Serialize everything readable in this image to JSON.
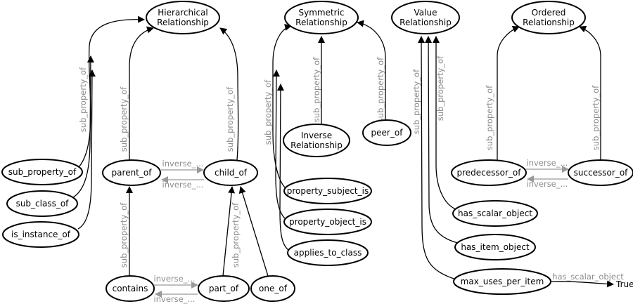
{
  "colors": {
    "black": "#000000",
    "gray": "#999999"
  },
  "nodes": [
    {
      "id": "hierarchical",
      "lines": [
        "Hierarchical",
        "Relationship"
      ]
    },
    {
      "id": "symmetric",
      "lines": [
        "Symmetric",
        "Relationship"
      ]
    },
    {
      "id": "value",
      "lines": [
        "Value",
        "Relationship"
      ]
    },
    {
      "id": "ordered",
      "lines": [
        "Ordered",
        "Relationship"
      ]
    },
    {
      "id": "inverse_rel",
      "lines": [
        "Inverse",
        "Relationship"
      ]
    },
    {
      "id": "peer_of",
      "lines": [
        "peer_of"
      ]
    },
    {
      "id": "sub_property_of",
      "lines": [
        "sub_property_of"
      ]
    },
    {
      "id": "sub_class_of",
      "lines": [
        "sub_class_of"
      ]
    },
    {
      "id": "is_instance_of",
      "lines": [
        "is_instance_of"
      ]
    },
    {
      "id": "parent_of",
      "lines": [
        "parent_of"
      ]
    },
    {
      "id": "child_of",
      "lines": [
        "child_of"
      ]
    },
    {
      "id": "property_subject_is",
      "lines": [
        "property_subject_is"
      ]
    },
    {
      "id": "property_object_is",
      "lines": [
        "property_object_is"
      ]
    },
    {
      "id": "applies_to_class",
      "lines": [
        "applies_to_class"
      ]
    },
    {
      "id": "predecessor_of",
      "lines": [
        "predecessor_of"
      ]
    },
    {
      "id": "successor_of",
      "lines": [
        "successor_of"
      ]
    },
    {
      "id": "has_scalar_object",
      "lines": [
        "has_scalar_object"
      ]
    },
    {
      "id": "has_item_object",
      "lines": [
        "has_item_object"
      ]
    },
    {
      "id": "max_uses_per_item",
      "lines": [
        "max_uses_per_item"
      ]
    },
    {
      "id": "contains",
      "lines": [
        "contains"
      ]
    },
    {
      "id": "part_of",
      "lines": [
        "part_of"
      ]
    },
    {
      "id": "one_of",
      "lines": [
        "one_of"
      ]
    }
  ],
  "edges": [
    {
      "id": "e-subprop-hier",
      "from": "sub_property_of",
      "to": "hierarchical",
      "label": "sub_property_of",
      "color": "black"
    },
    {
      "id": "e-subclass-hier",
      "from": "sub_class_of",
      "to": "hierarchical",
      "label": "",
      "color": "black"
    },
    {
      "id": "e-instance-hier",
      "from": "is_instance_of",
      "to": "hierarchical",
      "label": "",
      "color": "black"
    },
    {
      "id": "e-parent-hier",
      "from": "parent_of",
      "to": "hierarchical",
      "label": "sub_property_of",
      "color": "black"
    },
    {
      "id": "e-child-hier",
      "from": "child_of",
      "to": "hierarchical",
      "label": "sub_property_of",
      "color": "black"
    },
    {
      "id": "e-parent-child",
      "from": "parent_of",
      "to": "child_of",
      "label": "inverse_...",
      "color": "gray"
    },
    {
      "id": "e-child-parent",
      "from": "child_of",
      "to": "parent_of",
      "label": "inverse_...",
      "color": "gray"
    },
    {
      "id": "e-contains-parent",
      "from": "contains",
      "to": "parent_of",
      "label": "sub_property_of",
      "color": "black"
    },
    {
      "id": "e-partof-child",
      "from": "part_of",
      "to": "child_of",
      "label": "sub_property_of",
      "color": "black"
    },
    {
      "id": "e-oneof-child",
      "from": "one_of",
      "to": "child_of",
      "label": "",
      "color": "black"
    },
    {
      "id": "e-contains-partof",
      "from": "contains",
      "to": "part_of",
      "label": "inverse_...",
      "color": "gray"
    },
    {
      "id": "e-partof-contains",
      "from": "part_of",
      "to": "contains",
      "label": "inverse_...",
      "color": "gray"
    },
    {
      "id": "e-inverse-sym",
      "from": "inverse_rel",
      "to": "symmetric",
      "label": "sub_property_of",
      "color": "black"
    },
    {
      "id": "e-peer-sym",
      "from": "peer_of",
      "to": "symmetric",
      "label": "sub_property_of",
      "color": "black"
    },
    {
      "id": "e-subjectis-sym",
      "from": "property_subject_is",
      "to": "symmetric",
      "label": "sub_property_of",
      "color": "black"
    },
    {
      "id": "e-objectis-sym",
      "from": "property_object_is",
      "to": "symmetric",
      "label": "",
      "color": "black"
    },
    {
      "id": "e-applies-sym",
      "from": "applies_to_class",
      "to": "symmetric",
      "label": "",
      "color": "black"
    },
    {
      "id": "e-maxuses-value",
      "from": "max_uses_per_item",
      "to": "value",
      "label": "sub_property_of",
      "color": "black"
    },
    {
      "id": "e-itemobj-value",
      "from": "has_item_object",
      "to": "value",
      "label": "",
      "color": "black"
    },
    {
      "id": "e-scalarobj-value",
      "from": "has_scalar_object",
      "to": "value",
      "label": "sub_property_of",
      "color": "black"
    },
    {
      "id": "e-pred-ordered",
      "from": "predecessor_of",
      "to": "ordered",
      "label": "sub_property_of",
      "color": "black"
    },
    {
      "id": "e-succ-ordered",
      "from": "successor_of",
      "to": "ordered",
      "label": "sub_property_of",
      "color": "black"
    },
    {
      "id": "e-pred-succ",
      "from": "predecessor_of",
      "to": "successor_of",
      "label": "inverse_...",
      "color": "gray"
    },
    {
      "id": "e-succ-pred",
      "from": "successor_of",
      "to": "predecessor_of",
      "label": "inverse_...",
      "color": "gray"
    },
    {
      "id": "e-maxuses-true",
      "from": "max_uses_per_item",
      "to": "true_literal",
      "label": "has_scalar_object",
      "color": "black"
    }
  ],
  "literal": {
    "id": "true_literal",
    "text": "True"
  }
}
